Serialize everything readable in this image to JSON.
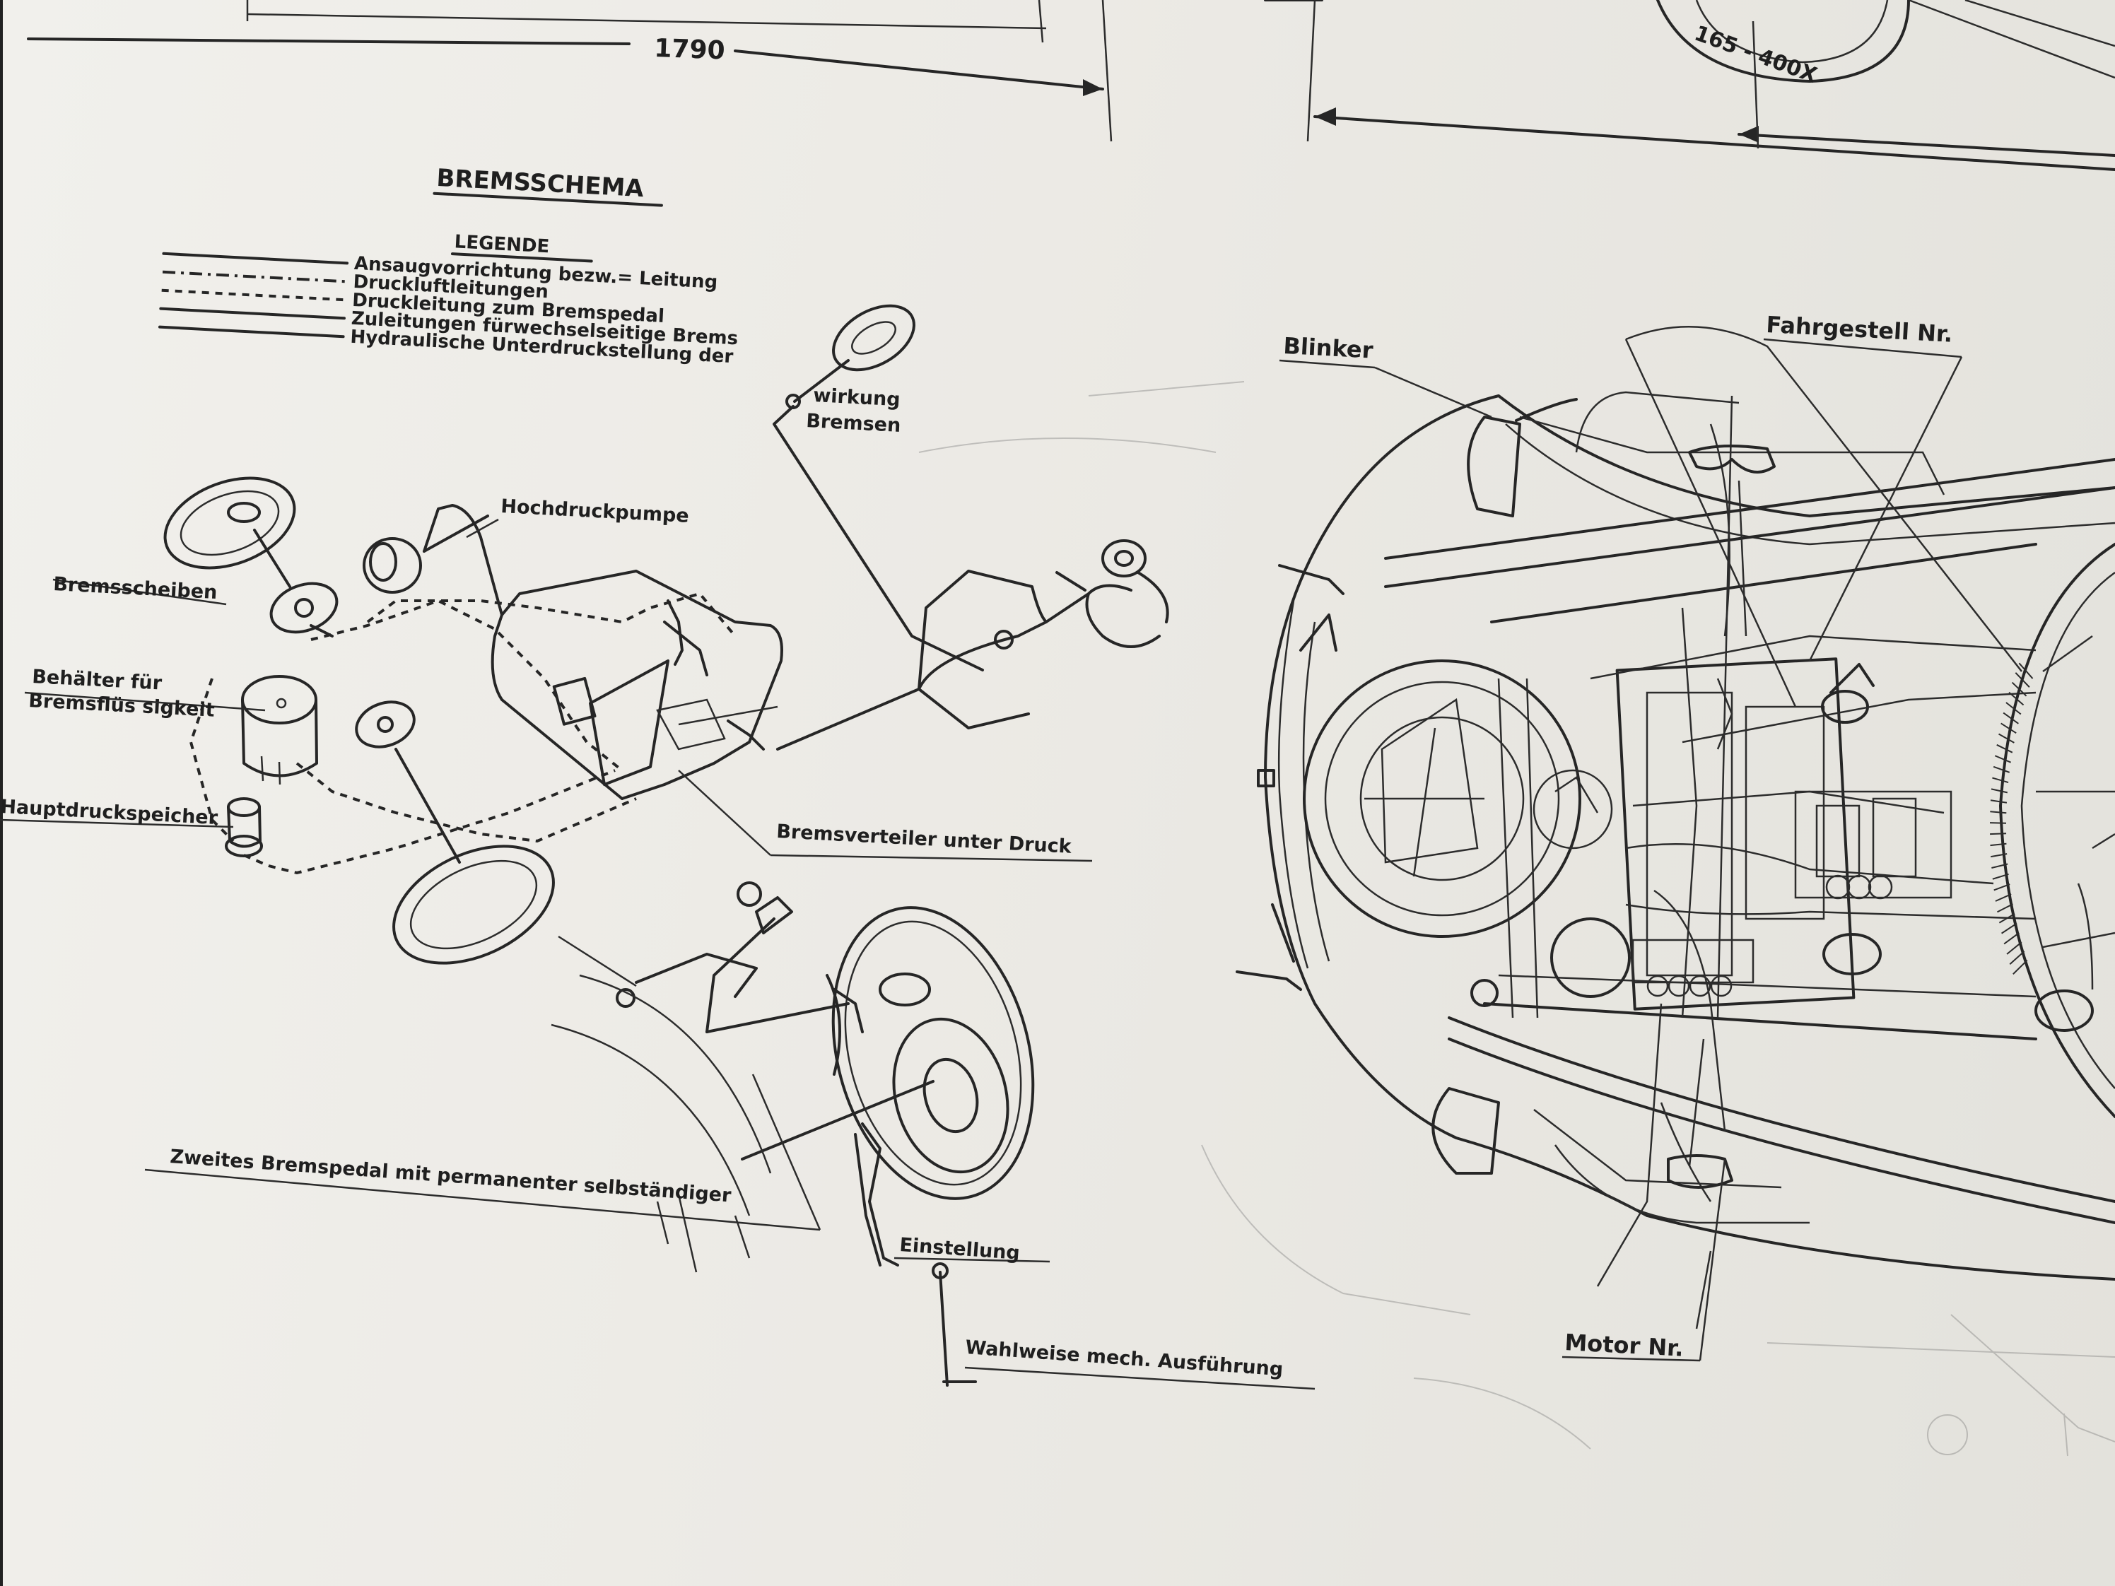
{
  "dimension": {
    "value": "1790"
  },
  "tire_marking": "165 - 400X",
  "brake_schema": {
    "title": "BREMSSCHEMA",
    "legend_title": "LEGENDE",
    "legend": [
      "Ansaugvorrichtung bezw.= Leitung",
      "Druckluftleitungen",
      "Druckleitung zum Bremspedal",
      "Zuleitungen fürwechselseitige Brems",
      "Hydraulische Unterdruckstellung der"
    ],
    "legend_continuation": [
      "wirkung",
      "Bremsen"
    ],
    "labels": {
      "hochdruckpumpe": "Hochdruckpumpe",
      "bremsscheiben": "Bremsscheiben",
      "behaelter_1": "Behälter für",
      "behaelter_2": "Bremsflüs sigkeit",
      "hauptdruckspeicher": "Hauptdruckspeicher",
      "bremsverteiler": "Bremsverteiler unter Druck",
      "zweites_bremspedal": "Zweites Bremspedal mit permanenter selbständiger",
      "einstellung": "Einstellung",
      "wahlweise": "Wahlweise mech. Ausführung"
    }
  },
  "chassis": {
    "labels": {
      "blinker": "Blinker",
      "fahrgestell": "Fahrgestell Nr.",
      "motor": "Motor Nr."
    }
  }
}
